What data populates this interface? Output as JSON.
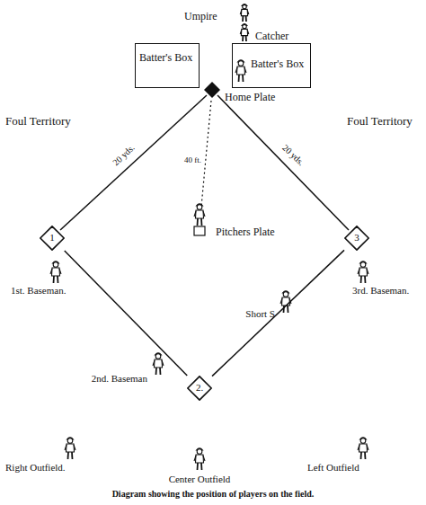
{
  "diagram": {
    "caption": "Diagram showing the position of players on the field.",
    "nodes": [
      {
        "text": [
          "Batter's Box"
        ]
      },
      {
        "text": [
          "Batter's Box"
        ]
      },
      {
        "text": [
          "1"
        ]
      },
      {
        "text": [
          "3"
        ]
      },
      {
        "text": [
          "2."
        ]
      }
    ],
    "edges": [
      {
        "from": 2,
        "to": 4,
        "arrow": "none"
      },
      {
        "from": 4,
        "to": 3,
        "arrow": "none"
      }
    ],
    "labels": [
      "Umpire",
      "Catcher",
      "Home Plate",
      "Foul Territory",
      "Foul Territory",
      "20 yds.",
      "20 yds.",
      "40 ft.",
      "Pitchers Plate",
      "1st. Baseman.",
      "3rd. Baseman.",
      "Short S",
      "2nd. Baseman",
      "Right Outfield.",
      "Center Outfield",
      "Left Outfield"
    ]
  }
}
